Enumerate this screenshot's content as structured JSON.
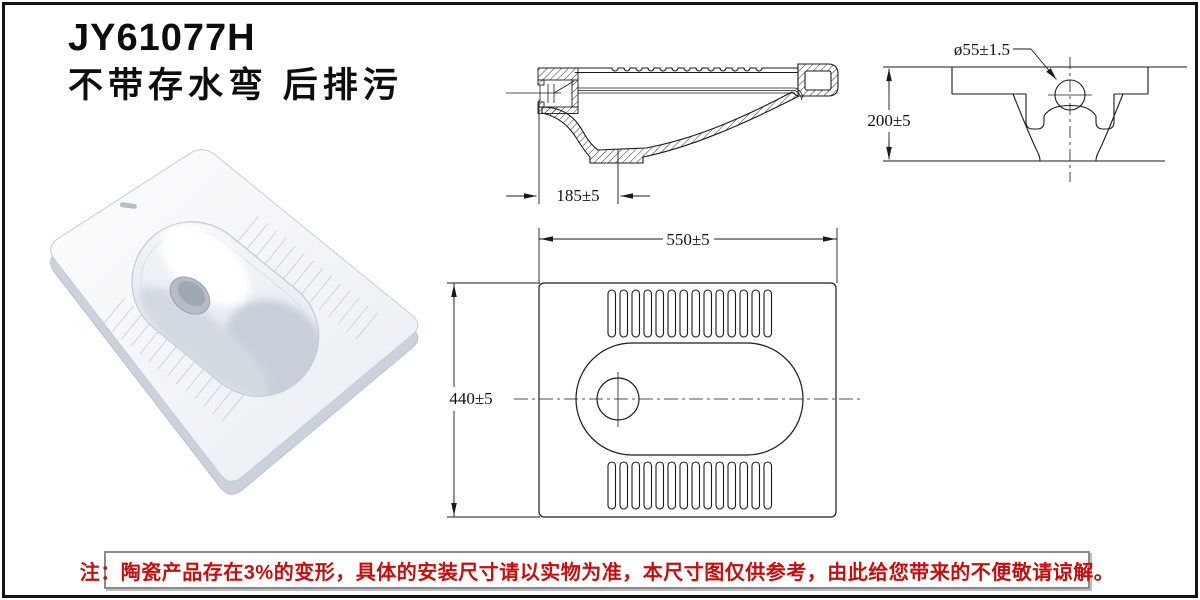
{
  "title": {
    "model": "JY61077H",
    "subtitle": "不带存水弯 后排污"
  },
  "dimensions": {
    "side_length": "185±5",
    "rear_height": "200±5",
    "outlet_diameter": "ø55±1.5",
    "plan_length": "550±5",
    "plan_width": "440±5"
  },
  "note": {
    "text": "注：陶瓷产品存在3%的变形，具体的安装尺寸请以实物为准，本尺寸图仅供参考，由此给您带来的不便敬请谅解。"
  },
  "colors": {
    "drawing_line": "#1a1a1a",
    "note_red": "#c01010",
    "note_border": "#8a8a8a",
    "page_border": "#141414"
  }
}
